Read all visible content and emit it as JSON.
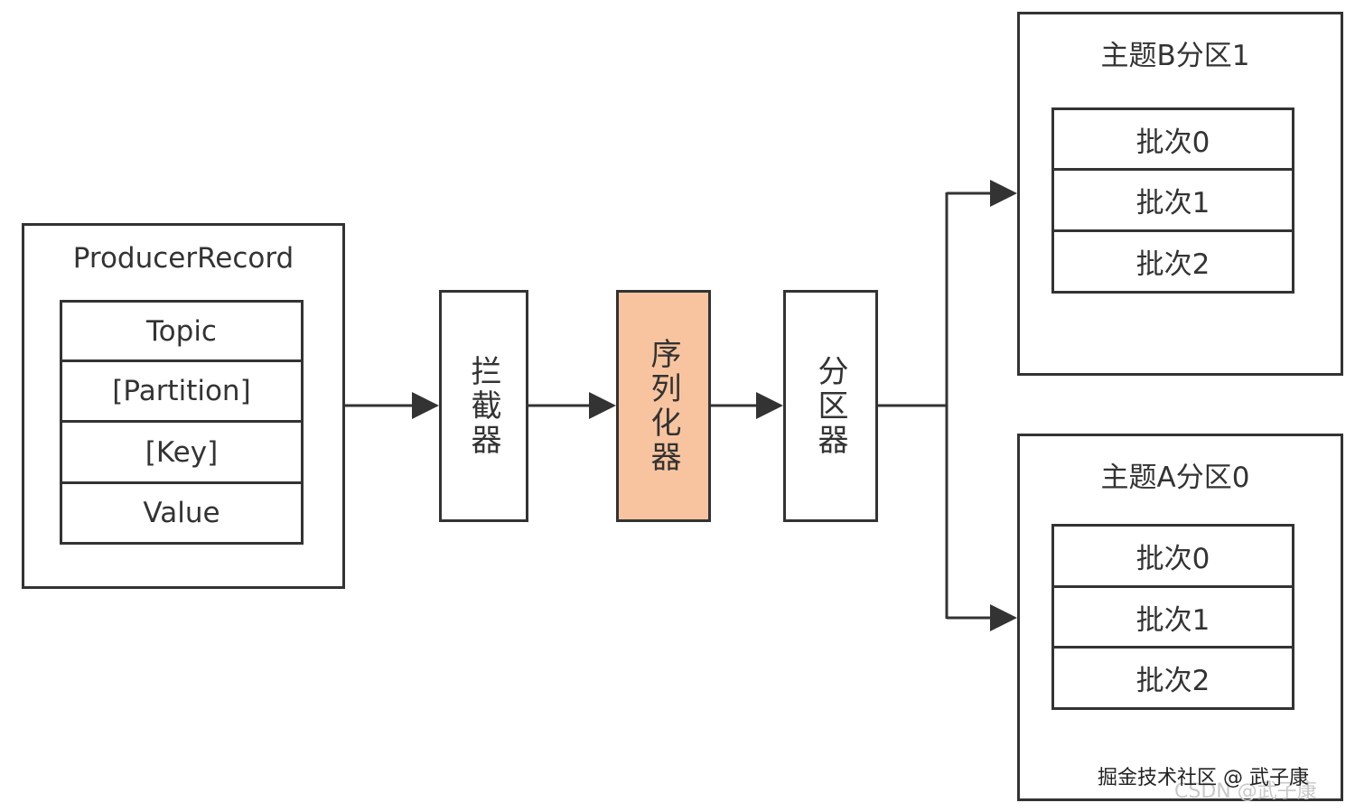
{
  "record": {
    "title": "ProducerRecord",
    "fields": [
      "Topic",
      "[Partition]",
      "[Key]",
      "Value"
    ]
  },
  "stages": {
    "interceptor": "拦截器",
    "serializer": "序列化器",
    "partitioner": "分区器"
  },
  "partitions": [
    {
      "title": "主题B分区1",
      "batches": [
        "批次0",
        "批次1",
        "批次2"
      ]
    },
    {
      "title": "主题A分区0",
      "batches": [
        "批次0",
        "批次1",
        "批次2"
      ]
    }
  ],
  "watermark": "掘金技术社区 @ 武子康",
  "watermark_ghost": "CSDN @武子康",
  "colors": {
    "stroke": "#333333",
    "highlight_fill": "#f8c49f",
    "background": "#ffffff"
  }
}
